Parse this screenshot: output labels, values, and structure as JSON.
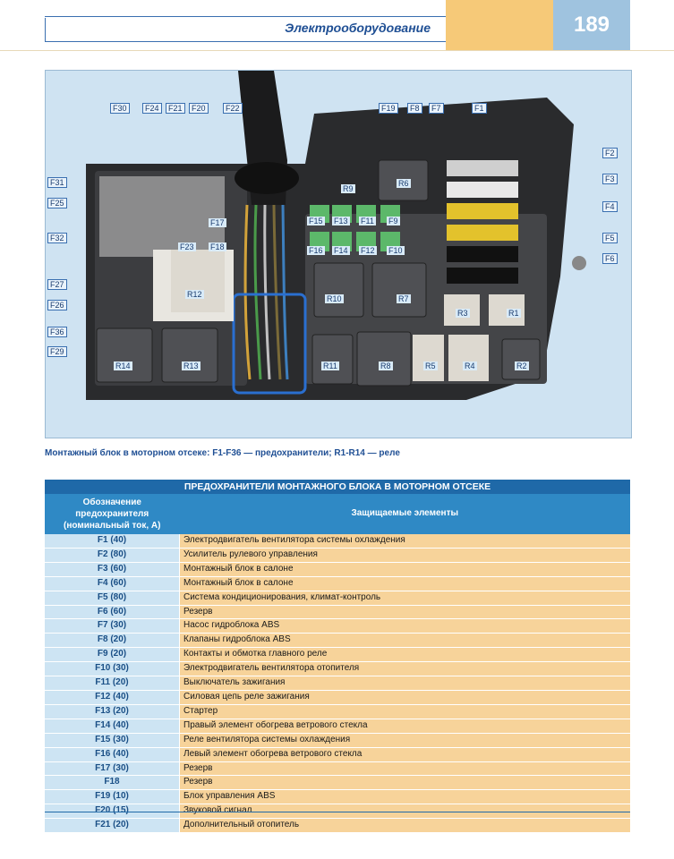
{
  "header": {
    "section_title": "Электрооборудование",
    "page_number": "189"
  },
  "figure": {
    "caption": "Монтажный блок в моторном отсеке: F1-F36 — предохранители; R1-R14 — реле",
    "callouts": [
      "F30",
      "F24",
      "F21",
      "F20",
      "F22",
      "F19",
      "F8",
      "F7",
      "F1",
      "F2",
      "F3",
      "F4",
      "F5",
      "F6",
      "F31",
      "F25",
      "F32",
      "F27",
      "F26",
      "F36",
      "F29"
    ],
    "component_labels": [
      "R9",
      "R6",
      "F15",
      "F13",
      "F11",
      "F9",
      "F17",
      "F23",
      "F18",
      "F16",
      "F14",
      "F12",
      "F10",
      "R12",
      "R10",
      "R7",
      "R3",
      "R1",
      "R14",
      "R13",
      "R11",
      "R8",
      "R5",
      "R4",
      "R2"
    ]
  },
  "table": {
    "title": "ПРЕДОХРАНИТЕЛИ МОНТАЖНОГО БЛОКА В МОТОРНОМ ОТСЕКЕ",
    "col1_header": [
      "Обозначение",
      "предохранителя",
      "(номинальный ток, А)"
    ],
    "col2_header": "Защищаемые элементы",
    "rows": [
      {
        "code": "F1 (40)",
        "desc": "Электродвигатель вентилятора системы охлаждения"
      },
      {
        "code": "F2 (80)",
        "desc": "Усилитель рулевого управления"
      },
      {
        "code": "F3 (60)",
        "desc": "Монтажный блок в салоне"
      },
      {
        "code": "F4 (60)",
        "desc": "Монтажный блок в салоне"
      },
      {
        "code": "F5 (80)",
        "desc": "Система кондиционирования, климат-контроль"
      },
      {
        "code": "F6 (60)",
        "desc": "Резерв"
      },
      {
        "code": "F7 (30)",
        "desc": "Насос гидроблока ABS"
      },
      {
        "code": "F8 (20)",
        "desc": "Клапаны гидроблока ABS"
      },
      {
        "code": "F9 (20)",
        "desc": "Контакты и обмотка главного реле"
      },
      {
        "code": "F10 (30)",
        "desc": "Электродвигатель вентилятора отопителя"
      },
      {
        "code": "F11 (20)",
        "desc": "Выключатель зажигания"
      },
      {
        "code": "F12 (40)",
        "desc": "Силовая цепь реле зажигания"
      },
      {
        "code": "F13 (20)",
        "desc": "Стартер"
      },
      {
        "code": "F14 (40)",
        "desc": "Правый элемент обогрева ветрового стекла"
      },
      {
        "code": "F15 (30)",
        "desc": "Реле вентилятора системы охлаждения"
      },
      {
        "code": "F16 (40)",
        "desc": "Левый элемент обогрева ветрового стекла"
      },
      {
        "code": "F17 (30)",
        "desc": "Резерв"
      },
      {
        "code": "F18",
        "desc": "Резерв"
      },
      {
        "code": "F19 (10)",
        "desc": "Блок управления ABS"
      },
      {
        "code": "F20 (15)",
        "desc": "Звуковой сигнал"
      },
      {
        "code": "F21 (20)",
        "desc": "Дополнительный отопитель"
      }
    ]
  }
}
